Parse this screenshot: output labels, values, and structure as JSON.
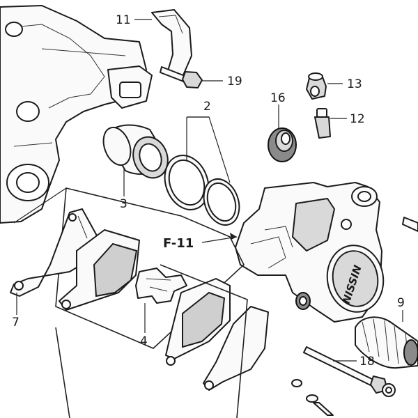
{
  "diagram": {
    "callouts": {
      "p2": "2",
      "p3": "3",
      "p4": "4",
      "p7": "7",
      "p9": "9",
      "p11": "11",
      "p12": "12",
      "p13": "13",
      "p16": "16",
      "p18": "18",
      "p19": "19"
    },
    "reference": "F-11",
    "caliper_brand": "NISSIN"
  }
}
